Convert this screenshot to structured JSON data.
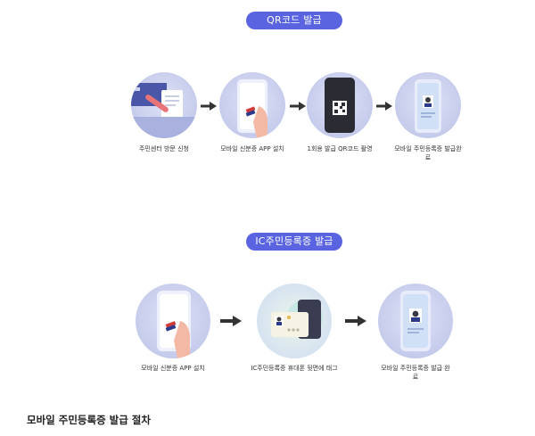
{
  "sections": [
    {
      "title": "QR코드 발급",
      "steps": [
        {
          "icon": "application-form-icon",
          "label": "주민센터 방문 신청"
        },
        {
          "icon": "app-install-phone-icon",
          "label": "모바일 신분증 APP 설치"
        },
        {
          "icon": "qr-code-phone-icon",
          "label": "1회용 발급 QR코드 촬영"
        },
        {
          "icon": "id-card-phone-icon",
          "label": "모바일 주민등록증 발급완료"
        }
      ]
    },
    {
      "title": "IC주민등록증 발급",
      "steps": [
        {
          "icon": "app-install-phone-icon",
          "label": "모바일 신분증 APP 설치"
        },
        {
          "icon": "ic-card-tag-icon",
          "label": "IC주민등록증 휴대폰 뒷면에 태그"
        },
        {
          "icon": "id-card-phone-icon",
          "label": "모바일 주민등록증 발급 완료"
        }
      ]
    }
  ],
  "caption": "모바일 주민등록증 발급 절차",
  "colors": {
    "pill": "#5a64e0",
    "circle": "#c5cbeb",
    "arrow": "#333333"
  }
}
